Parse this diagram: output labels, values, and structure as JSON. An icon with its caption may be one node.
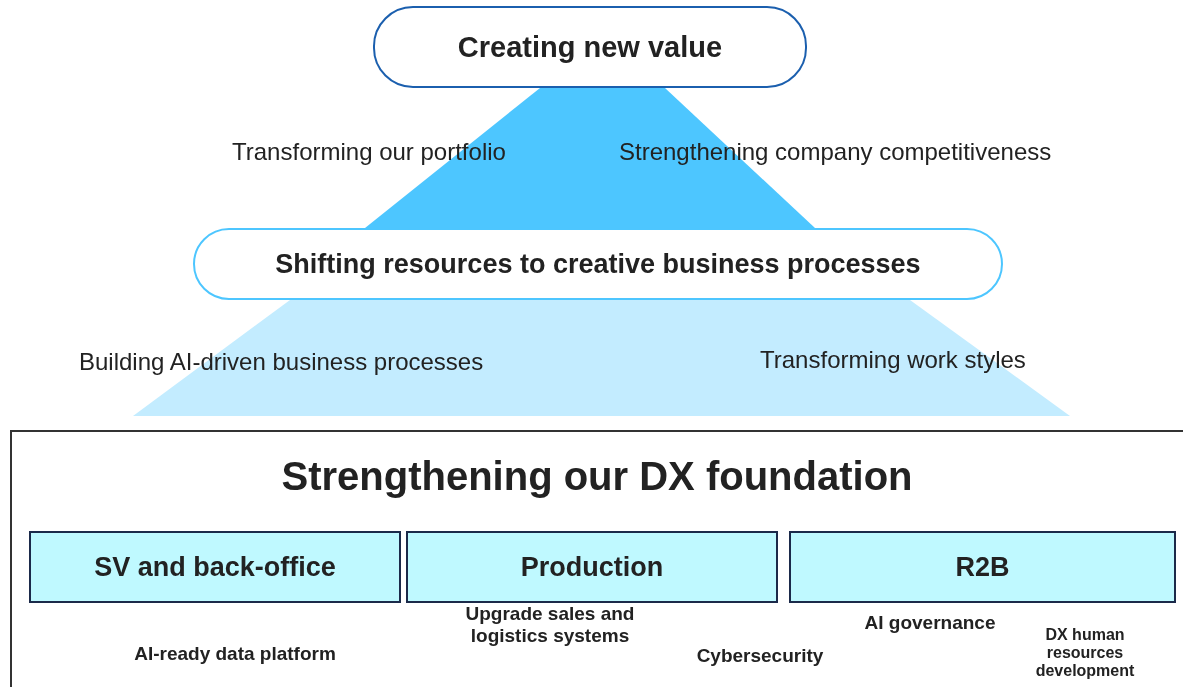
{
  "diagram": {
    "nodes": [
      {
        "text": [
          "Creating new value"
        ]
      },
      {
        "text": [
          "Transforming our portfolio",
          "Strengthening company competitiveness"
        ]
      },
      {
        "text": [
          "Shifting resources to creative business processes"
        ]
      },
      {
        "text": [
          "Building AI-driven business processes",
          "Transforming work styles"
        ]
      },
      {
        "text": [
          "Strengthening our DX foundation"
        ]
      },
      {
        "text": [
          "SV and back-office"
        ],
        "in": 4
      },
      {
        "text": [
          "Production"
        ],
        "in": 4
      },
      {
        "text": [
          "R2B"
        ],
        "in": 4
      }
    ],
    "edges": [],
    "labels": [
      "Upgrade sales and logistics systems",
      "AI governance",
      "DX human resources development",
      "AI-ready data platform",
      "Cybersecurity"
    ]
  }
}
